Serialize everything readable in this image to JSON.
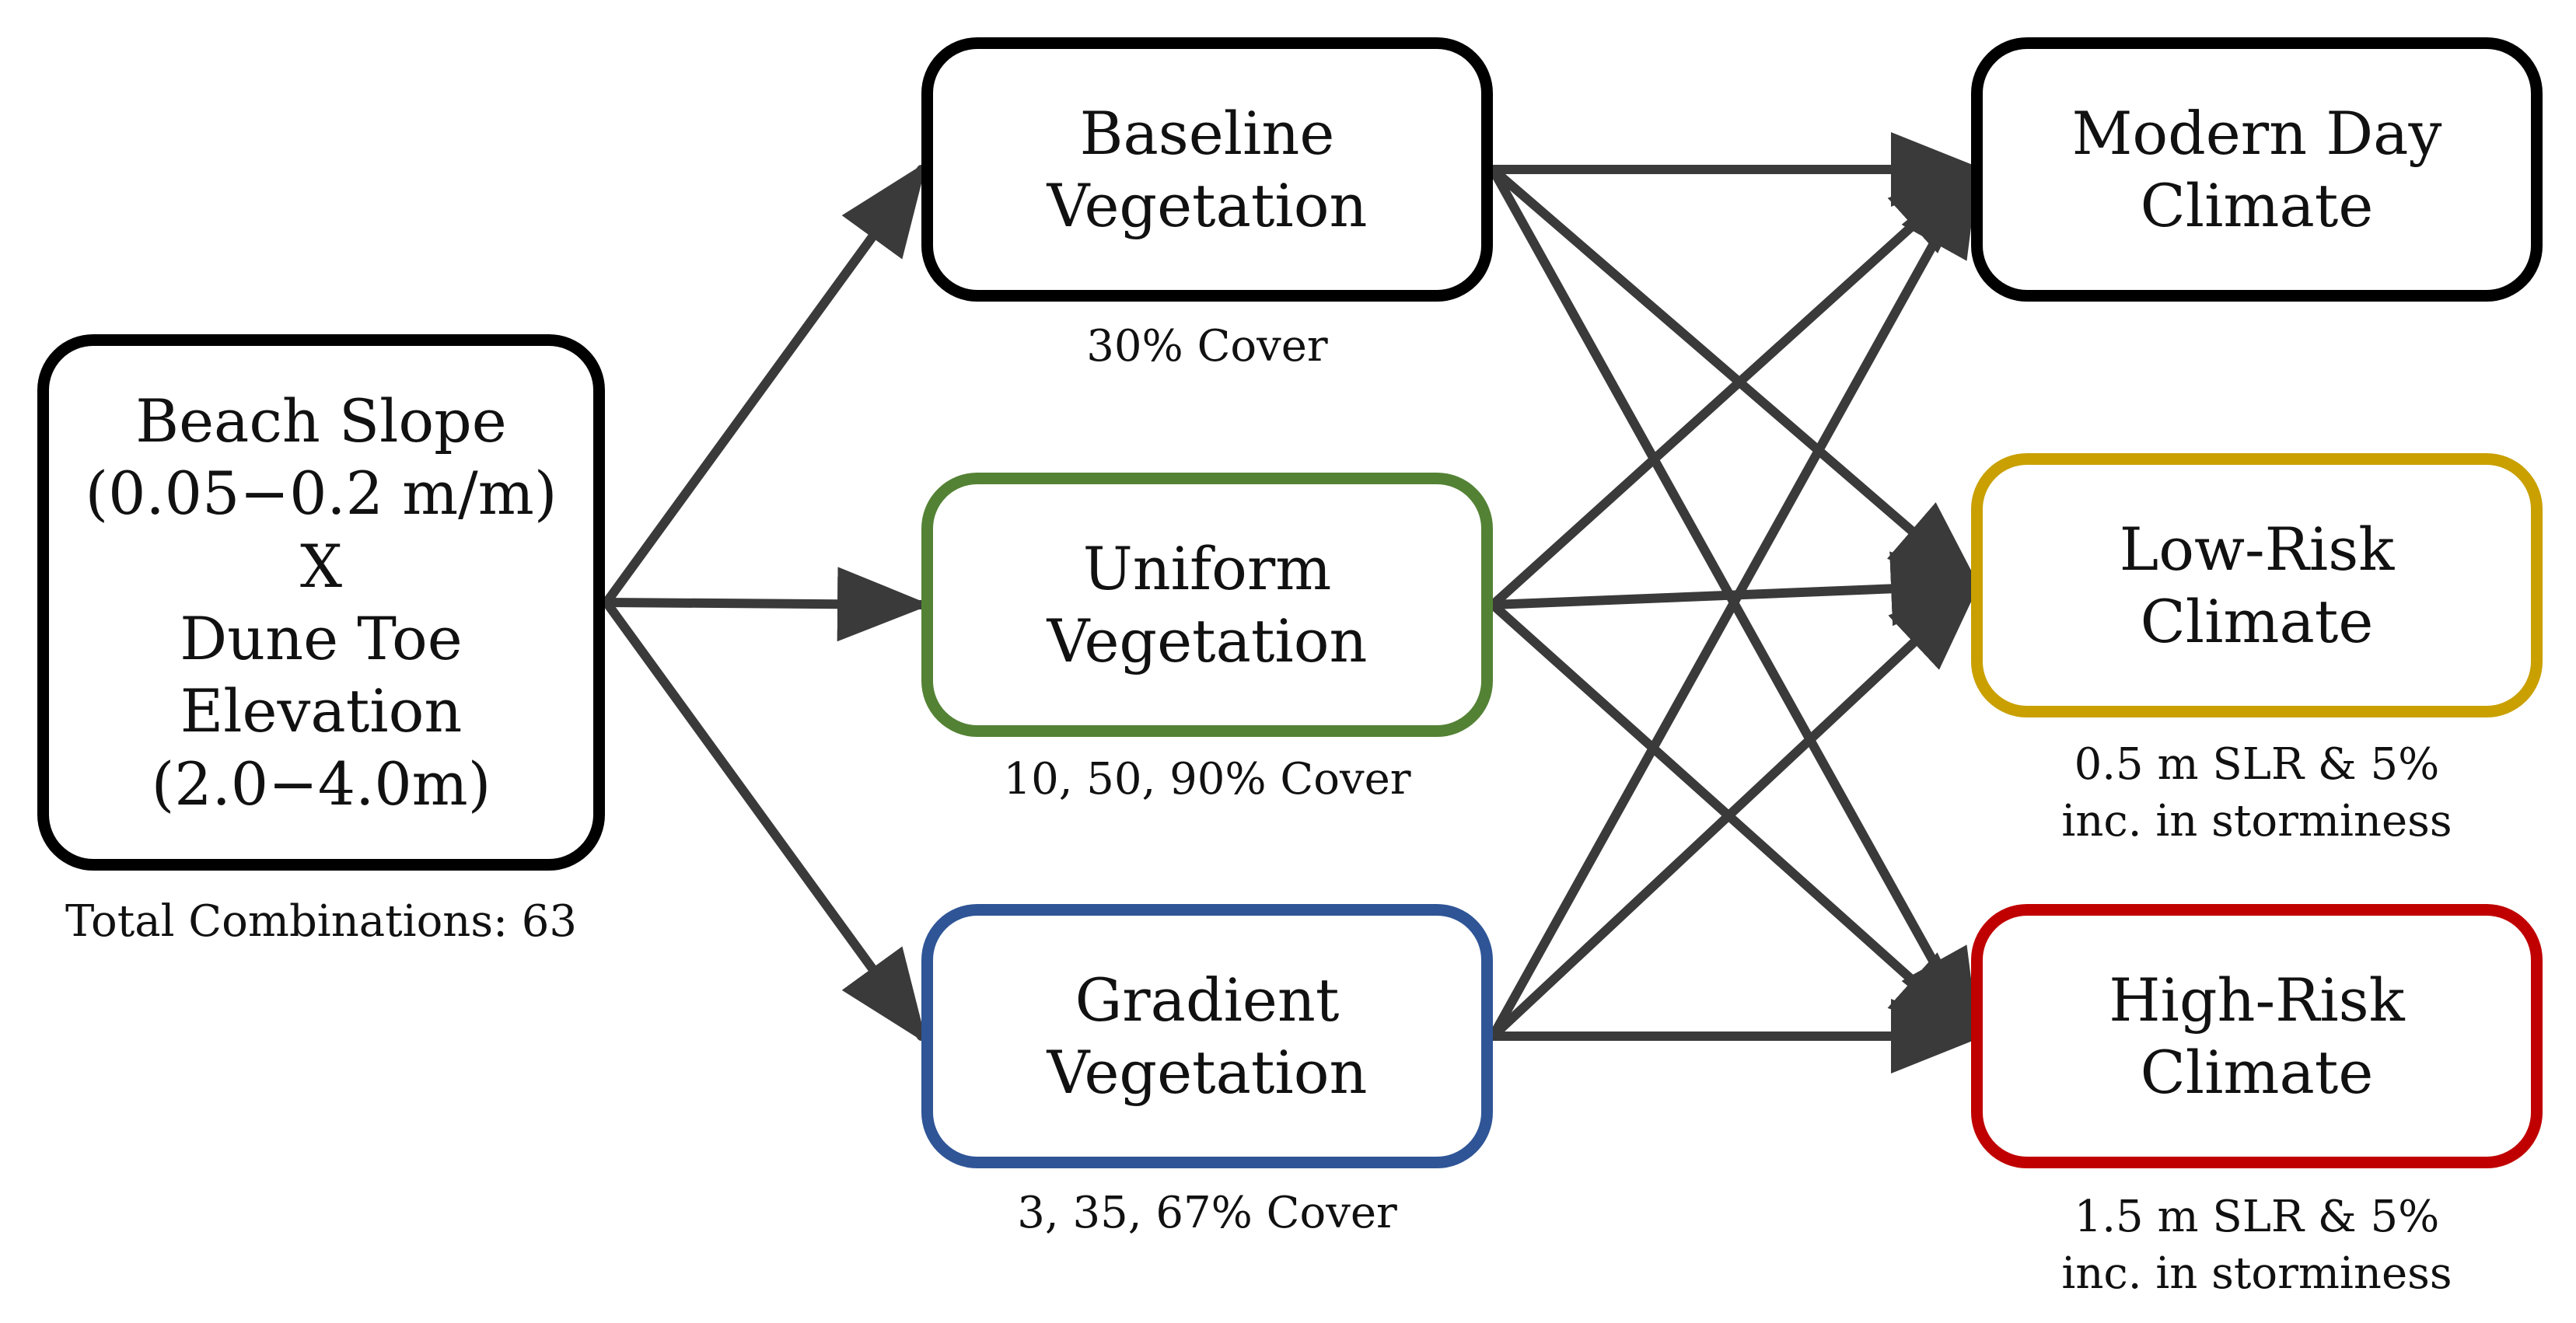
{
  "nodes": {
    "input": {
      "label": "Beach Slope\n(0.05−0.2 m/m)\nX\nDune Toe\nElevation\n(2.0−4.0m)",
      "caption": "Total Combinations: 63",
      "color": "#000000"
    },
    "baseline": {
      "label": "Baseline\nVegetation",
      "caption": "30% Cover",
      "color": "#000000"
    },
    "uniform": {
      "label": "Uniform\nVegetation",
      "caption": "10, 50, 90% Cover",
      "color": "#548235"
    },
    "gradient": {
      "label": "Gradient\nVegetation",
      "caption": "3, 35, 67% Cover",
      "color": "#2F5597"
    },
    "modern": {
      "label": "Modern Day\nClimate",
      "caption": "",
      "color": "#000000"
    },
    "lowrisk": {
      "label": "Low-Risk\nClimate",
      "caption": "0.5 m SLR & 5%\ninc. in storminess",
      "color": "#C9A000"
    },
    "highrisk": {
      "label": "High-Risk\nClimate",
      "caption": "1.5 m SLR & 5%\ninc. in storminess",
      "color": "#C00000"
    }
  },
  "edges": [
    [
      "input",
      "baseline"
    ],
    [
      "input",
      "uniform"
    ],
    [
      "input",
      "gradient"
    ],
    [
      "baseline",
      "modern"
    ],
    [
      "baseline",
      "lowrisk"
    ],
    [
      "baseline",
      "highrisk"
    ],
    [
      "uniform",
      "modern"
    ],
    [
      "uniform",
      "lowrisk"
    ],
    [
      "uniform",
      "highrisk"
    ],
    [
      "gradient",
      "modern"
    ],
    [
      "gradient",
      "lowrisk"
    ],
    [
      "gradient",
      "highrisk"
    ]
  ],
  "arrow_color": "#3a3a3a"
}
